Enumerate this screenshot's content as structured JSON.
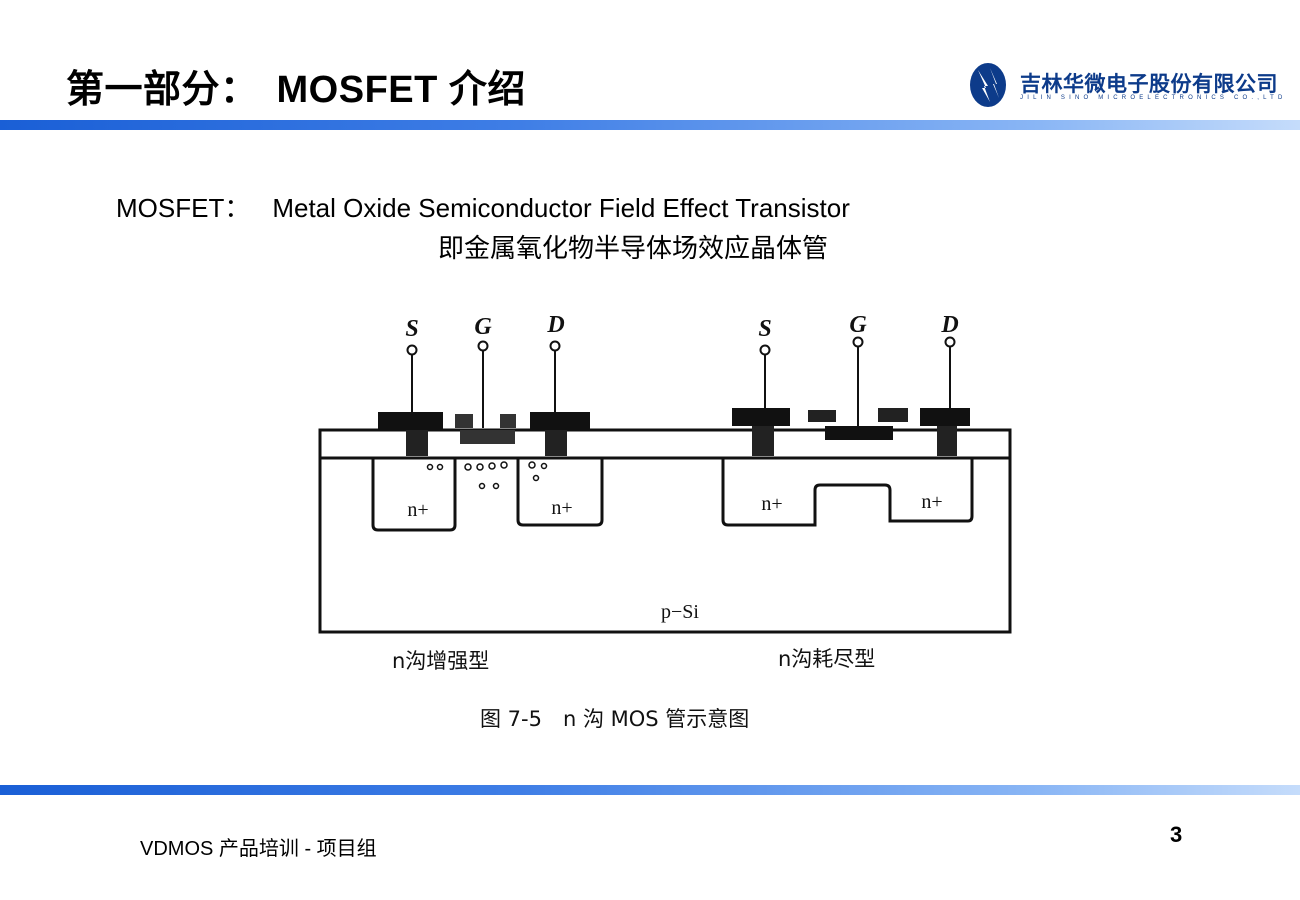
{
  "slide": {
    "title_cn": "第一部分：",
    "title_en": "MOSFET 介绍",
    "logo": {
      "name_cn": "吉林华微电子股份有限公司",
      "name_en": "JILIN SINO MICROELECTRONICS CO.,LTD"
    },
    "definition": {
      "term": "MOSFET：",
      "expansion": "Metal Oxide Semiconductor Field Effect Transistor",
      "chinese": "即金属氧化物半导体场效应晶体管"
    },
    "figure": {
      "left_terminals": [
        "S",
        "G",
        "D"
      ],
      "right_terminals": [
        "S",
        "G",
        "D"
      ],
      "region_labels": [
        "n+",
        "n+",
        "n+",
        "n+"
      ],
      "substrate_label": "p−Si",
      "left_caption": "n沟增强型",
      "right_caption": "n沟耗尽型",
      "figure_caption": "图 7-5　n 沟 MOS 管示意图"
    },
    "footer": "VDMOS 产品培训 - 项目组",
    "page_number": "3"
  },
  "colors": {
    "band_start": "#1a5fd6",
    "band_end": "#c5dcfb",
    "logo_blue": "#0d3b8a"
  }
}
